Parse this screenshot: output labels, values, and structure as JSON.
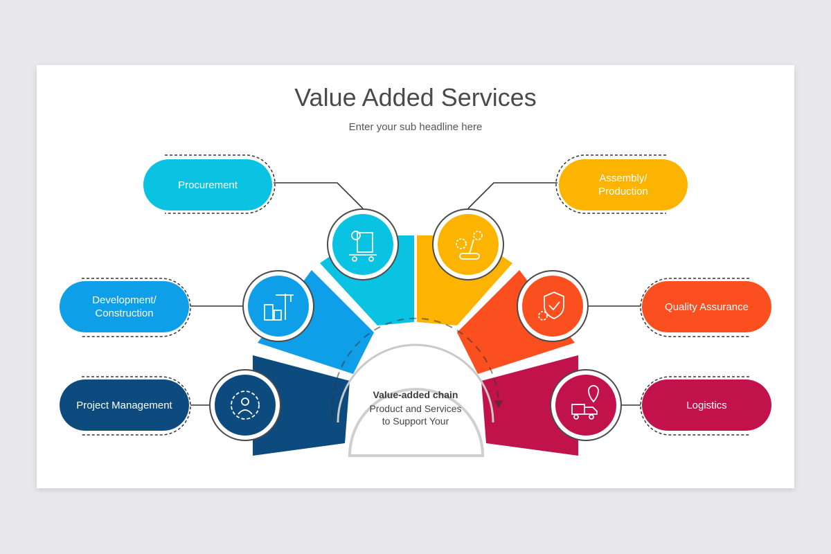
{
  "title": "Value Added Services",
  "subtitle": "Enter your sub headline here",
  "center": {
    "title": "Value-added chain",
    "line1": "Product and Services",
    "line2": "to Support Your"
  },
  "steps": [
    {
      "label": "Project Management",
      "color": "#0d4b7e",
      "icon": "gear-person-icon"
    },
    {
      "label": "Development/\nConstruction",
      "color": "#0e9fe8",
      "icon": "crane-building-icon"
    },
    {
      "label": "Procurement",
      "color": "#0ac3e2",
      "icon": "shopping-cart-invoice-icon"
    },
    {
      "label": "Assembly/\nProduction",
      "color": "#fdb400",
      "icon": "assembly-robot-icon"
    },
    {
      "label": "Quality Assurance",
      "color": "#fb4f1f",
      "icon": "shield-check-gear-icon"
    },
    {
      "label": "Logistics",
      "color": "#c2124c",
      "icon": "delivery-truck-pin-icon"
    }
  ]
}
